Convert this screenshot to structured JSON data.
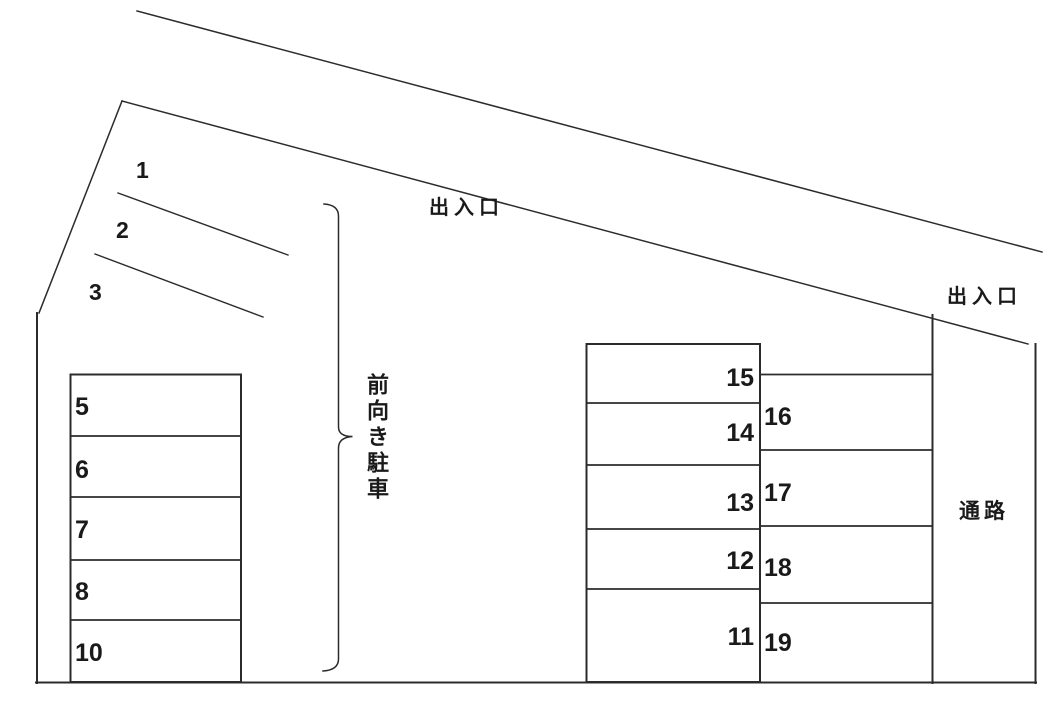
{
  "diagram": {
    "title_hint": "parking lot layout map",
    "line_color": "#2b2b2b",
    "background_color": "#ffffff",
    "labels": {
      "entrance_top": "出入口",
      "entrance_right": "出入口",
      "aisle": "通路",
      "front_facing_note": "前向き駐車"
    },
    "angled_block": {
      "spaces": [
        "1",
        "2",
        "3"
      ]
    },
    "left_block": {
      "spaces": [
        "5",
        "6",
        "7",
        "8",
        "10"
      ]
    },
    "middle_block": {
      "spaces": [
        "15",
        "14",
        "13",
        "12",
        "11"
      ]
    },
    "right_block": {
      "spaces": [
        "16",
        "17",
        "18",
        "19"
      ]
    }
  }
}
